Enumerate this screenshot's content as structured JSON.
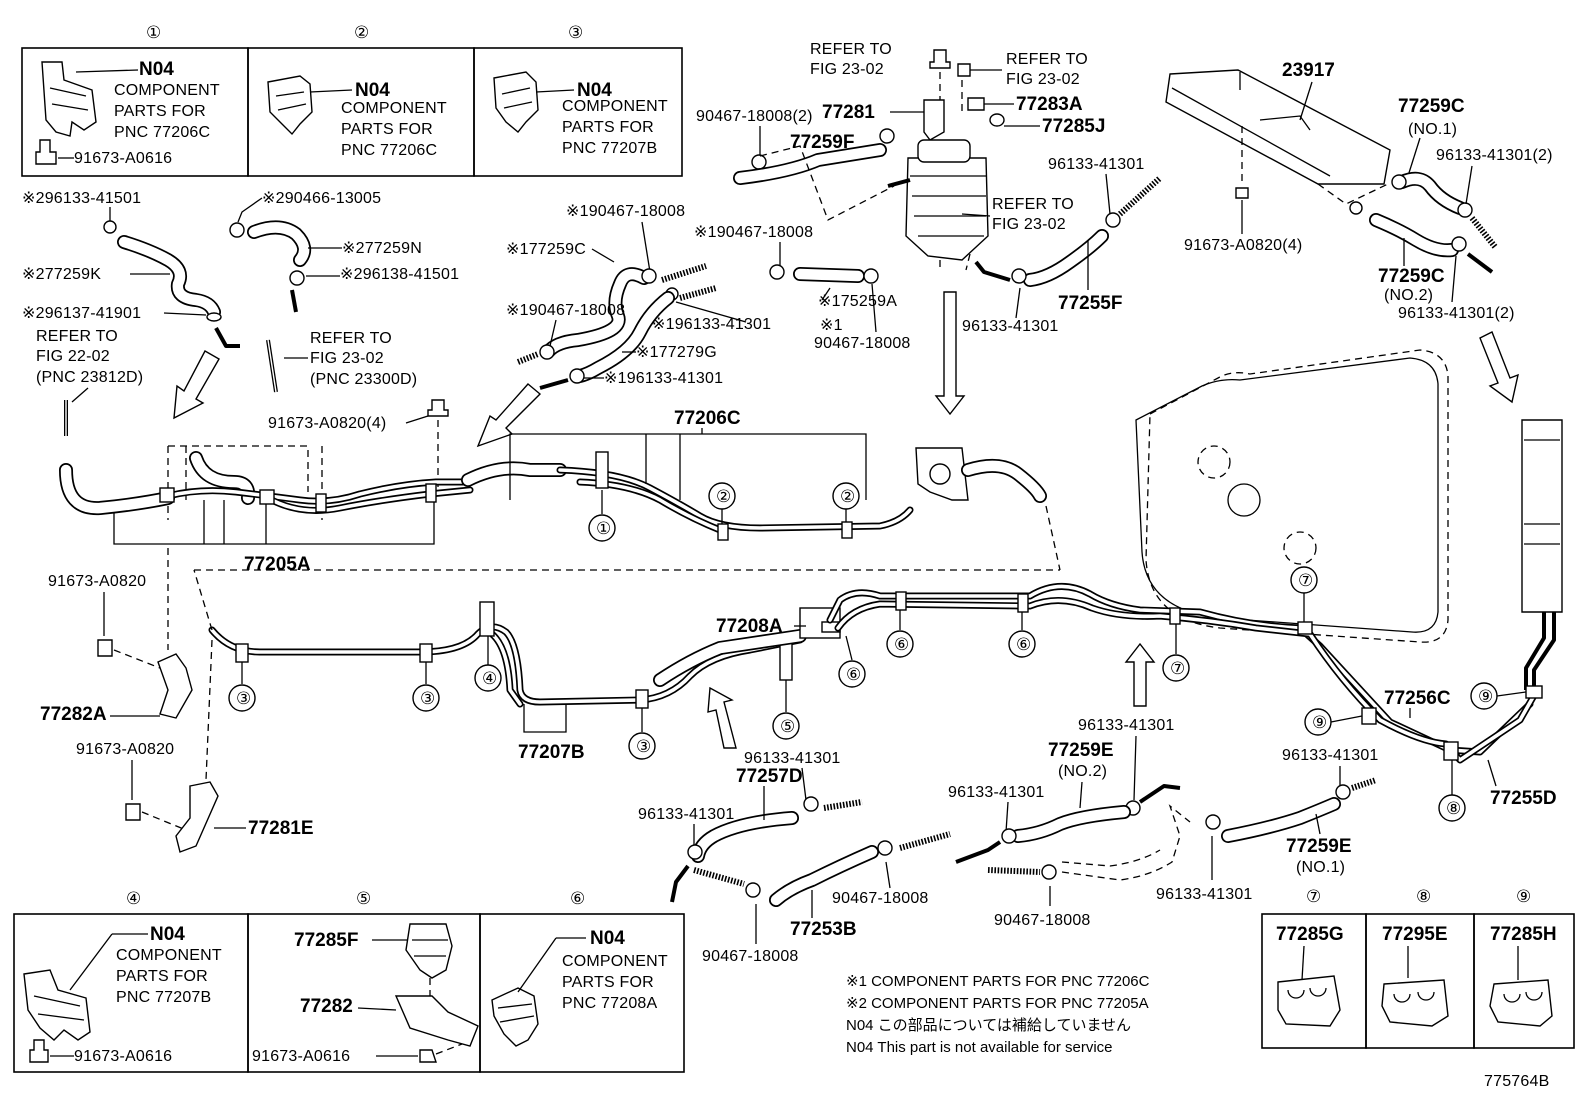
{
  "detail_boxes_top": [
    {
      "num": "①",
      "code": "N04",
      "desc": [
        "COMPONENT",
        "PARTS FOR",
        "PNC 77206C"
      ],
      "bolt": "91673-A0616"
    },
    {
      "num": "②",
      "code": "N04",
      "desc": [
        "COMPONENT",
        "PARTS FOR",
        "PNC 77206C"
      ]
    },
    {
      "num": "③",
      "code": "N04",
      "desc": [
        "COMPONENT",
        "PARTS FOR",
        "PNC 77207B"
      ]
    }
  ],
  "detail_boxes_bottom": [
    {
      "num": "④",
      "code": "N04",
      "desc": [
        "COMPONENT",
        "PARTS FOR",
        "PNC 77207B"
      ],
      "bolt": "91673-A0616"
    },
    {
      "num": "⑤",
      "parts": [
        "77285F",
        "77282"
      ],
      "bolt": "91673-A0616"
    },
    {
      "num": "⑥",
      "code": "N04",
      "desc": [
        "COMPONENT",
        "PARTS FOR",
        "PNC 77208A"
      ]
    }
  ],
  "detail_boxes_right": [
    {
      "num": "⑦",
      "part": "77285G"
    },
    {
      "num": "⑧",
      "part": "77295E"
    },
    {
      "num": "⑨",
      "part": "77285H"
    }
  ],
  "labels": {
    "l1": "※296133-41501",
    "l2": "※290466-13005",
    "l3": "※277259N",
    "l4": "※277259K",
    "l5": "※296138-41501",
    "l6": "※296137-41901",
    "l7": "REFER TO",
    "l8": "FIG 22-02",
    "l9": "(PNC 23812D)",
    "l10": "REFER TO",
    "l11": "FIG 23-02",
    "l12": "(PNC 23300D)",
    "l13": "91673-A0820(4)",
    "l14": "※190467-18008",
    "l15": "※177259C",
    "l16": "※190467-18008",
    "l17": "※196133-41301",
    "l18": "※177279G",
    "l19": "※196133-41301",
    "l20": "90467-18008(2)",
    "l21": "77259F",
    "l22": "REFER TO",
    "l23": "FIG 23-02",
    "l24": "77281",
    "l25": "REFER TO",
    "l26": "FIG 23-02",
    "l27": "77283A",
    "l28": "77285J",
    "l29": "REFER TO",
    "l30": "FIG 23-02",
    "l31": "※190467-18008",
    "l32": "※175259A",
    "l33": "※1",
    "l34": "90467-18008",
    "l35": "96133-41301",
    "l36": "77255F",
    "l37": "96133-41301",
    "l38": "23917",
    "l39": "77259C",
    "l40": "(NO.1)",
    "l41": "96133-41301(2)",
    "l42": "91673-A0820(4)",
    "l43": "77259C",
    "l44": "(NO.2)",
    "l45": "96133-41301(2)",
    "l46": "77206C",
    "l47": "77205A",
    "l48": "91673-A0820",
    "l49": "77282A",
    "l50": "91673-A0820",
    "l51": "77281E",
    "l52": "77207B",
    "l53": "77208A",
    "l54": "77257D",
    "l55": "96133-41301",
    "l56": "96133-41301",
    "l57": "90467-18008",
    "l58": "77253B",
    "l59": "90467-18008",
    "l60": "96133-41301",
    "l61": "77259E",
    "l62": "(NO.2)",
    "l63": "96133-41301",
    "l64": "90467-18008",
    "l65": "96133-41301",
    "l66": "96133-41301",
    "l67": "77259E",
    "l68": "(NO.1)",
    "l69": "77256C",
    "l70": "77255D"
  },
  "callouts": {
    "c1": "①",
    "c2a": "②",
    "c2b": "②",
    "c3a": "③",
    "c3b": "③",
    "c3c": "③",
    "c4": "④",
    "c5": "⑤",
    "c6a": "⑥",
    "c6b": "⑥",
    "c6c": "⑥",
    "c7a": "⑦",
    "c7b": "⑦",
    "c8": "⑧",
    "c9a": "⑨",
    "c9b": "⑨"
  },
  "notes": [
    "※1 COMPONENT PARTS FOR PNC 77206C",
    "※2 COMPONENT PARTS FOR PNC 77205A",
    "N04 この部品については補給していません",
    "N04 This part is not available for service"
  ],
  "figure_id": "775764B"
}
